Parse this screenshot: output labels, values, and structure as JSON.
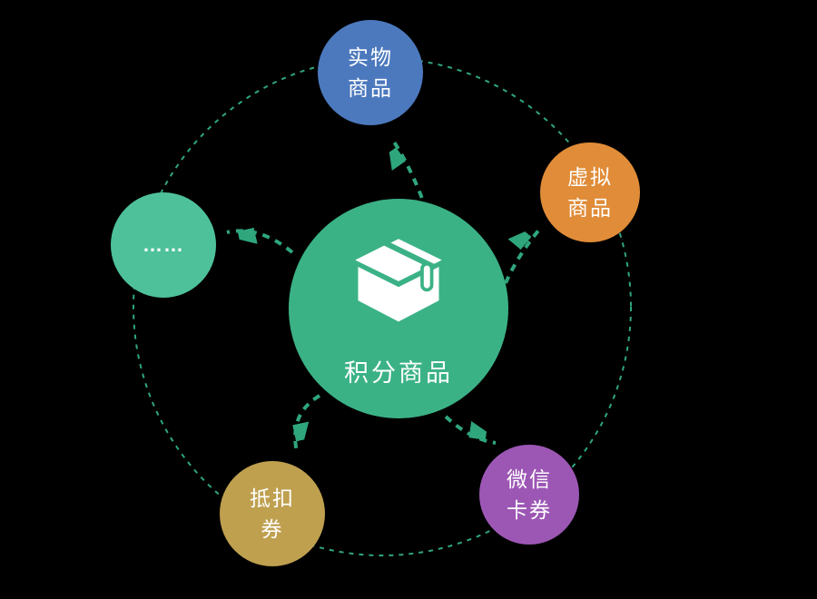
{
  "colors": {
    "background": "#000000",
    "connector": "#2fa67c",
    "white": "#ffffff"
  },
  "center": {
    "label": "积分商品",
    "icon": "package-box-icon",
    "color": "#3bb286"
  },
  "satellites": [
    {
      "id": "physical-goods",
      "line1": "实物",
      "line2": "商品",
      "color": "#4c79be"
    },
    {
      "id": "virtual-goods",
      "line1": "虚拟",
      "line2": "商品",
      "color": "#e08c38"
    },
    {
      "id": "wechat-cards",
      "line1": "微信",
      "line2": "卡券",
      "color": "#9c57b5"
    },
    {
      "id": "discount-coupon",
      "line1": "抵扣",
      "line2": "券",
      "color": "#bfa04f"
    },
    {
      "id": "others",
      "line1": "……",
      "line2": "",
      "color": "#4ec19b"
    }
  ]
}
